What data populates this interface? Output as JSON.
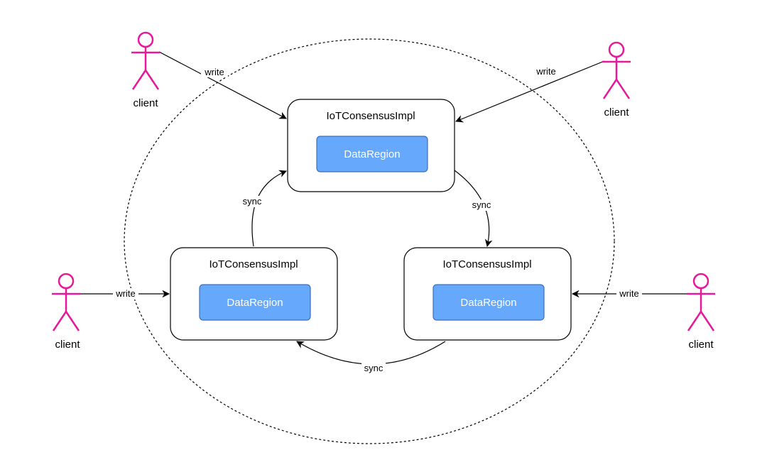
{
  "colors": {
    "actor": "#e6199b",
    "region_fill": "#66a8fc",
    "region_stroke": "#3d6fb6",
    "node_stroke": "#000000",
    "edge": "#000000"
  },
  "nodes": {
    "top": {
      "title": "IoTConsensusImpl",
      "region": "DataRegion"
    },
    "left": {
      "title": "IoTConsensusImpl",
      "region": "DataRegion"
    },
    "right": {
      "title": "IoTConsensusImpl",
      "region": "DataRegion"
    }
  },
  "clients": {
    "top_left": {
      "label": "client",
      "icon": "actor-icon"
    },
    "top_right": {
      "label": "client",
      "icon": "actor-icon"
    },
    "bottom_left": {
      "label": "client",
      "icon": "actor-icon"
    },
    "bottom_right": {
      "label": "client",
      "icon": "actor-icon"
    }
  },
  "edges": {
    "write_top_left": "write",
    "write_top_right": "write",
    "write_bottom_left": "write",
    "write_bottom_right": "write",
    "sync_top_to_right": "sync",
    "sync_left_to_top": "sync",
    "sync_right_to_left": "sync"
  }
}
